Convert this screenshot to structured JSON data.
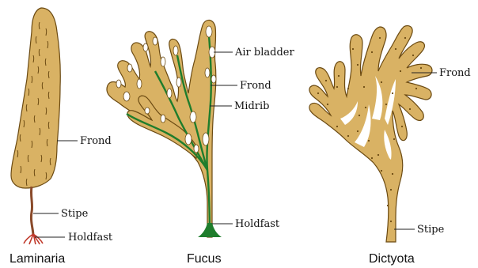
{
  "colors": {
    "thallus": "#d9b264",
    "thallus_light": "#edd193",
    "outline": "#6b4a12",
    "midrib": "#1f7d2c",
    "holdfast_lam": "#c0392b",
    "stipe_lam": "#8a4a2a"
  },
  "specimens": [
    {
      "name": "Laminaria",
      "labels": [
        "Frond",
        "Stipe",
        "Holdfast"
      ]
    },
    {
      "name": "Fucus",
      "labels": [
        "Air bladder",
        "Frond",
        "Midrib",
        "Holdfast"
      ]
    },
    {
      "name": "Dictyota",
      "labels": [
        "Frond",
        "Stipe"
      ]
    }
  ]
}
